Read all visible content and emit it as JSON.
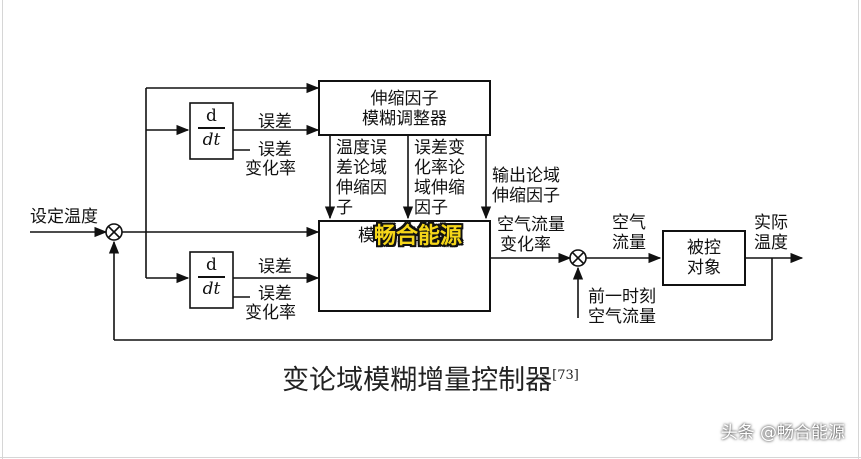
{
  "diagram": {
    "setpoint_label": "设定温度",
    "scaling_box_title_line1": "伸缩因子",
    "scaling_box_title_line2": "模糊调整器",
    "temp_error_factor_label": [
      "温度误",
      "差论域",
      "伸缩因",
      "子"
    ],
    "error_rate_factor_label": [
      "误差变",
      "化率论",
      "域伸缩",
      "因子"
    ],
    "output_factor_label": [
      "输出论域",
      "伸缩因子"
    ],
    "fuzzy_box_title": "模糊控制器",
    "derivative_num": "d",
    "derivative_den": "dt",
    "upper_error_label": "误差",
    "upper_error_rate_label": [
      "误差",
      "变化率"
    ],
    "lower_error_label": "误差",
    "lower_error_rate_label": [
      "误差",
      "变化率"
    ],
    "airflow_change_label": [
      "空气流量",
      "变化率"
    ],
    "airflow_label": [
      "空气",
      "流量"
    ],
    "plant_label": [
      "被控",
      "对象"
    ],
    "actual_temp_label": [
      "实际",
      "温度"
    ],
    "prev_airflow_label": [
      "前一时刻",
      "空气流量"
    ]
  },
  "caption": {
    "text": "变论域模糊增量控制器",
    "ref": "[73]"
  },
  "watermark": {
    "center_text": "畅合能源",
    "corner_text": "头条 @畅合能源"
  }
}
